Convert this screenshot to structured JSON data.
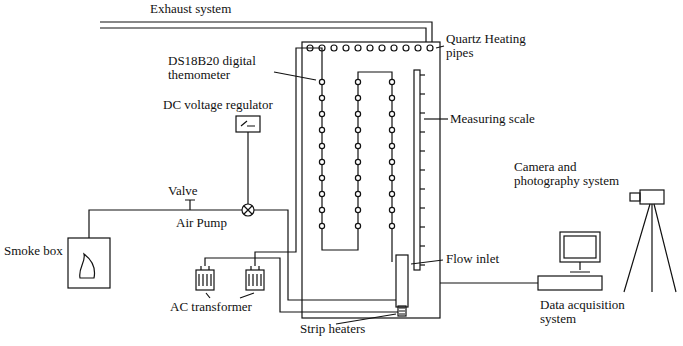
{
  "diagram": {
    "labels": [
      "Exhaust system",
      "Quartz Heating pipes",
      "DS18B20 digital themometer",
      "Measuring scale",
      "DC voltage regulator",
      "Valve",
      "Air Pump",
      "Camera and photography system",
      "Smoke box",
      "Flow inlet",
      "AC transformer",
      "Strip heaters",
      "Data acquisition system"
    ]
  }
}
